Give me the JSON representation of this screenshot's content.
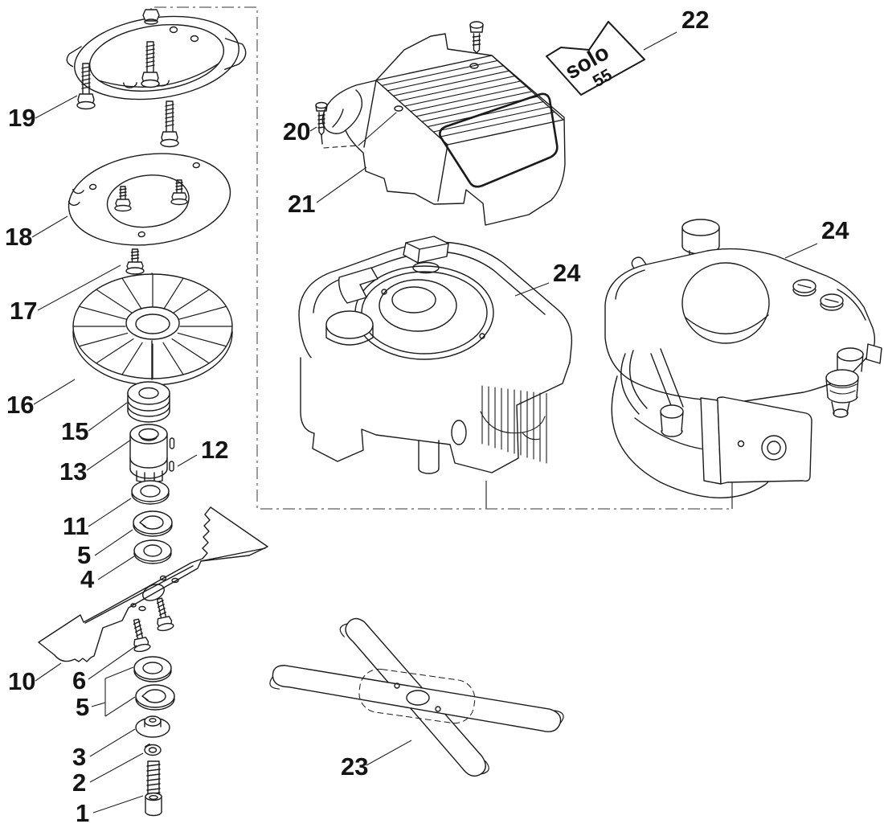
{
  "diagram": {
    "callouts": {
      "c1": "1",
      "c2": "2",
      "c3": "3",
      "c4": "4",
      "c5a": "5",
      "c5b": "5",
      "c6": "6",
      "c10": "10",
      "c11": "11",
      "c12": "12",
      "c13": "13",
      "c15": "15",
      "c16": "16",
      "c17": "17",
      "c18": "18",
      "c19": "19",
      "c20": "20",
      "c21": "21",
      "c22": "22",
      "c23": "23",
      "c24a": "24",
      "c24b": "24"
    },
    "sticker": {
      "brand": "solo",
      "model": "55"
    },
    "line_color": "#1b1b1b",
    "boundary_color": "#8c8c8c"
  }
}
